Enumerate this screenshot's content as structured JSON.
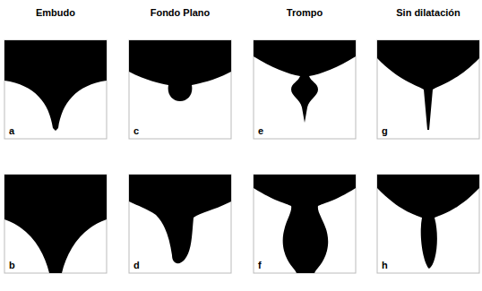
{
  "diagram": {
    "labels": [
      "Embudo",
      "Fondo Plano",
      "Trompo",
      "Sin dilatación",
      "a",
      "c",
      "e",
      "g",
      "b",
      "d",
      "f",
      "h"
    ]
  }
}
